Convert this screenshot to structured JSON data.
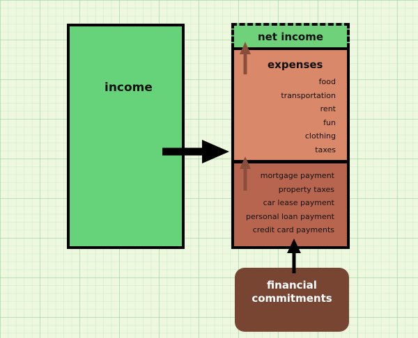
{
  "income": {
    "label": "income"
  },
  "net_income": {
    "label": "net income"
  },
  "expenses": {
    "title": "expenses",
    "items": [
      "food",
      "transportation",
      "rent",
      "fun",
      "clothing",
      "taxes"
    ]
  },
  "commitments": {
    "items": [
      "mortgage payment",
      "property taxes",
      "car lease payment",
      "personal loan payment",
      "credit card payments"
    ]
  },
  "financial_commitments": {
    "line1": "financial",
    "line2": "commitments"
  },
  "colors": {
    "income": "#66d37a",
    "net_income": "#6fd27a",
    "expenses": "#d9886a",
    "commitments": "#b8654f",
    "financial_commitments": "#784533",
    "up_arrow": "#8a4f3c"
  }
}
